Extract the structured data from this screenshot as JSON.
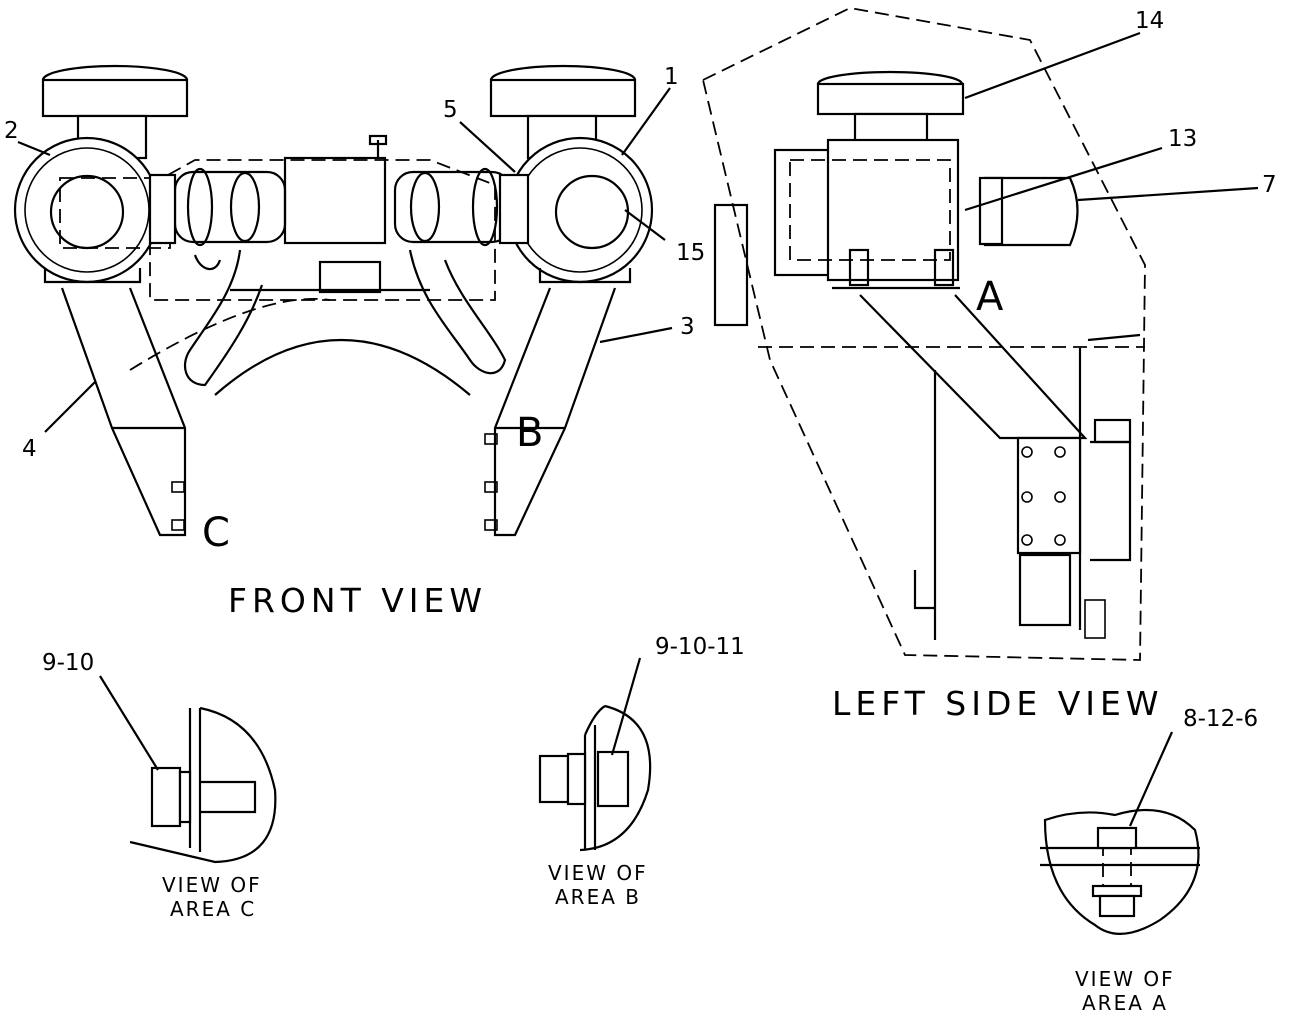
{
  "diagram": {
    "callouts": {
      "c1": "1",
      "c2": "2",
      "c3": "3",
      "c4": "4",
      "c5": "5",
      "c7": "7",
      "c13": "13",
      "c14": "14",
      "c15": "15",
      "c9_10": "9-10",
      "c9_10_11": "9-10-11",
      "c8_12_6": "8-12-6"
    },
    "area_letters": {
      "a": "A",
      "b": "B",
      "c": "C"
    },
    "view_titles": {
      "front": "FRONT  VIEW",
      "left_side": "LEFT  SIDE  VIEW"
    },
    "detail_captions": {
      "area_c": [
        "VIEW  OF",
        "AREA  C"
      ],
      "area_b": [
        "VIEW  OF",
        "AREA  B"
      ],
      "area_a": [
        "VIEW  OF",
        "AREA  A"
      ]
    }
  }
}
